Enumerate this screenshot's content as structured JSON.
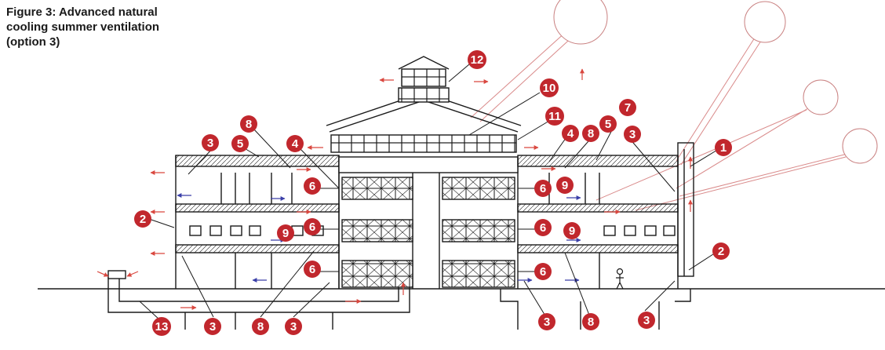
{
  "caption": {
    "line1": "Figure 3: Advanced natural",
    "line2": "cooling summer ventilation",
    "line3": "(option 3)"
  },
  "colors": {
    "badge": "#c1272d",
    "badge_text": "#ffffff",
    "structure": "#1a1a1a",
    "airflow_out": "#d9473f",
    "airflow_in": "#3a3fa8",
    "sun_lines": "#d98a8a"
  },
  "callouts": [
    {
      "id": "1",
      "label": "1"
    },
    {
      "id": "2a",
      "label": "2"
    },
    {
      "id": "2b",
      "label": "2"
    },
    {
      "id": "3a",
      "label": "3"
    },
    {
      "id": "3b",
      "label": "3"
    },
    {
      "id": "3c",
      "label": "3"
    },
    {
      "id": "3d",
      "label": "3"
    },
    {
      "id": "3e",
      "label": "3"
    },
    {
      "id": "3f",
      "label": "3"
    },
    {
      "id": "4a",
      "label": "4"
    },
    {
      "id": "4b",
      "label": "4"
    },
    {
      "id": "5a",
      "label": "5"
    },
    {
      "id": "5b",
      "label": "5"
    },
    {
      "id": "6a",
      "label": "6"
    },
    {
      "id": "6b",
      "label": "6"
    },
    {
      "id": "6c",
      "label": "6"
    },
    {
      "id": "6d",
      "label": "6"
    },
    {
      "id": "6e",
      "label": "6"
    },
    {
      "id": "6f",
      "label": "6"
    },
    {
      "id": "7",
      "label": "7"
    },
    {
      "id": "8a",
      "label": "8"
    },
    {
      "id": "8b",
      "label": "8"
    },
    {
      "id": "8c",
      "label": "8"
    },
    {
      "id": "8d",
      "label": "8"
    },
    {
      "id": "9a",
      "label": "9"
    },
    {
      "id": "9b",
      "label": "9"
    },
    {
      "id": "9c",
      "label": "9"
    },
    {
      "id": "10",
      "label": "10"
    },
    {
      "id": "11",
      "label": "11"
    },
    {
      "id": "12",
      "label": "12"
    },
    {
      "id": "13",
      "label": "13"
    }
  ]
}
